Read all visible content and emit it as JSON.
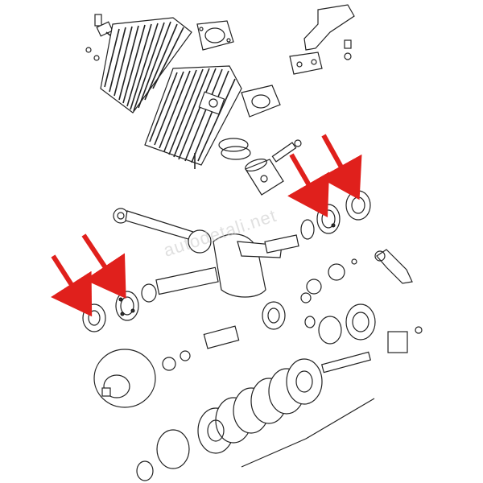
{
  "watermark": {
    "text": "autodetali.net"
  },
  "colors": {
    "arrow": "#e0201c",
    "line": "#222222",
    "background": "#ffffff"
  },
  "parts": [
    "spark-plug",
    "cylinder-head",
    "head-gasket",
    "cylinder",
    "base-gasket",
    "exhaust-manifold",
    "piston",
    "piston-rings",
    "piston-pin",
    "connecting-rod",
    "crankshaft",
    "main-bearing-left",
    "main-bearing-right",
    "oil-seal-left",
    "oil-seal-right",
    "clutch-basket",
    "clutch-plates",
    "gearbox-shaft",
    "kick-start-parts"
  ],
  "arrows": [
    {
      "name": "arrow-seal-left",
      "target": "oil-seal-left"
    },
    {
      "name": "arrow-bearing-left",
      "target": "main-bearing-left"
    },
    {
      "name": "arrow-bearing-right",
      "target": "main-bearing-right"
    },
    {
      "name": "arrow-seal-right",
      "target": "oil-seal-right"
    }
  ]
}
